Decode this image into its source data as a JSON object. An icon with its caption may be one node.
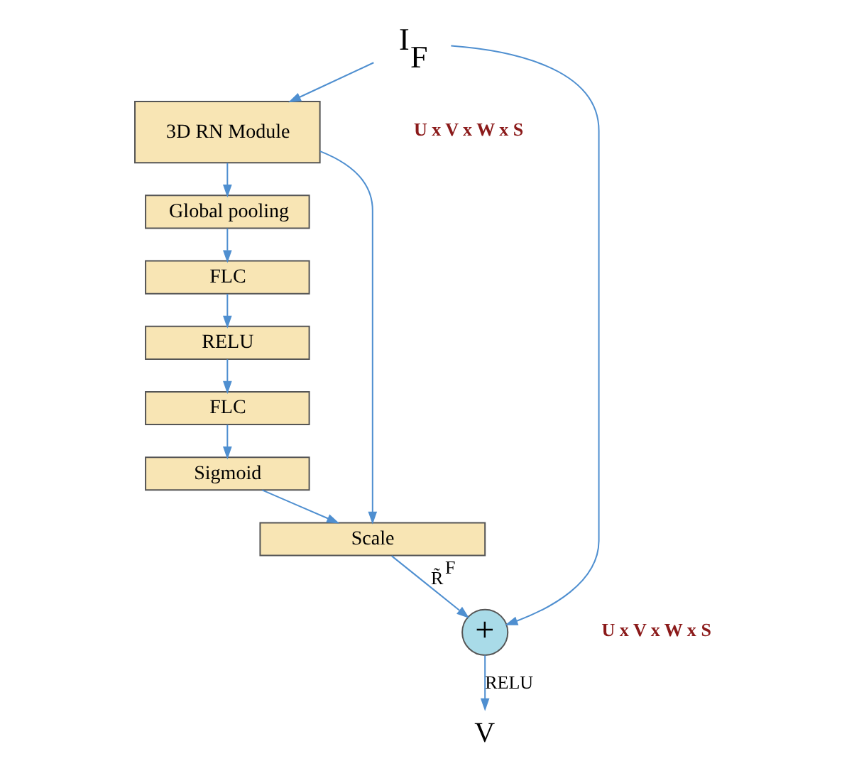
{
  "diagram": {
    "nodes": [
      {
        "text": [
          "I$_{F}$"
        ]
      },
      {
        "text": [
          "3D RN Module"
        ]
      },
      {
        "text": [
          "Global pooling"
        ]
      },
      {
        "text": [
          "FLC"
        ]
      },
      {
        "text": [
          "RELU"
        ]
      },
      {
        "text": [
          "FLC"
        ]
      },
      {
        "text": [
          "Sigmoid"
        ]
      },
      {
        "text": [
          "Scale"
        ]
      },
      {
        "text": [
          "+"
        ]
      },
      {
        "text": [
          "V"
        ]
      }
    ],
    "edges": [
      {
        "from": 0,
        "to": 1,
        "arrow": "to"
      },
      {
        "from": 0,
        "to": 8,
        "arrow": "to"
      },
      {
        "from": 1,
        "to": 7,
        "arrow": "to"
      },
      {
        "from": 1,
        "to": 2,
        "arrow": "to"
      },
      {
        "from": 2,
        "to": 3,
        "arrow": "to"
      },
      {
        "from": 3,
        "to": 4,
        "arrow": "to"
      },
      {
        "from": 4,
        "to": 5,
        "arrow": "to"
      },
      {
        "from": 5,
        "to": 6,
        "arrow": "to"
      },
      {
        "from": 6,
        "to": 7,
        "arrow": "to"
      },
      {
        "from": 7,
        "to": 8,
        "arrow": "to",
        "label": "R̃$^{F}$"
      },
      {
        "from": 8,
        "to": 9,
        "arrow": "to",
        "label": "RELU"
      }
    ],
    "labels": [
      "U x V x W x S",
      "U x V x W x S"
    ]
  }
}
